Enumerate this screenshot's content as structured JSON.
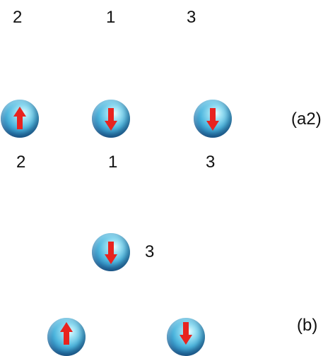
{
  "rows": [
    {
      "labels": [
        "2",
        "1",
        "3"
      ]
    },
    {
      "spins": [
        {
          "direction": "up",
          "label": "2"
        },
        {
          "direction": "down",
          "label": "1"
        },
        {
          "direction": "down",
          "label": "3"
        }
      ],
      "panel": "(a2)"
    },
    {
      "spins": [
        {
          "direction": "down",
          "label": "3"
        }
      ]
    },
    {
      "spins": [
        {
          "direction": "up"
        },
        {
          "direction": "down"
        }
      ],
      "panel": "(b)"
    }
  ],
  "colors": {
    "arrow": "#e8231f",
    "sphere": "#3fa8d6",
    "text": "#111111"
  },
  "icons": {
    "up": "spin-up-arrow-icon",
    "down": "spin-down-arrow-icon"
  }
}
